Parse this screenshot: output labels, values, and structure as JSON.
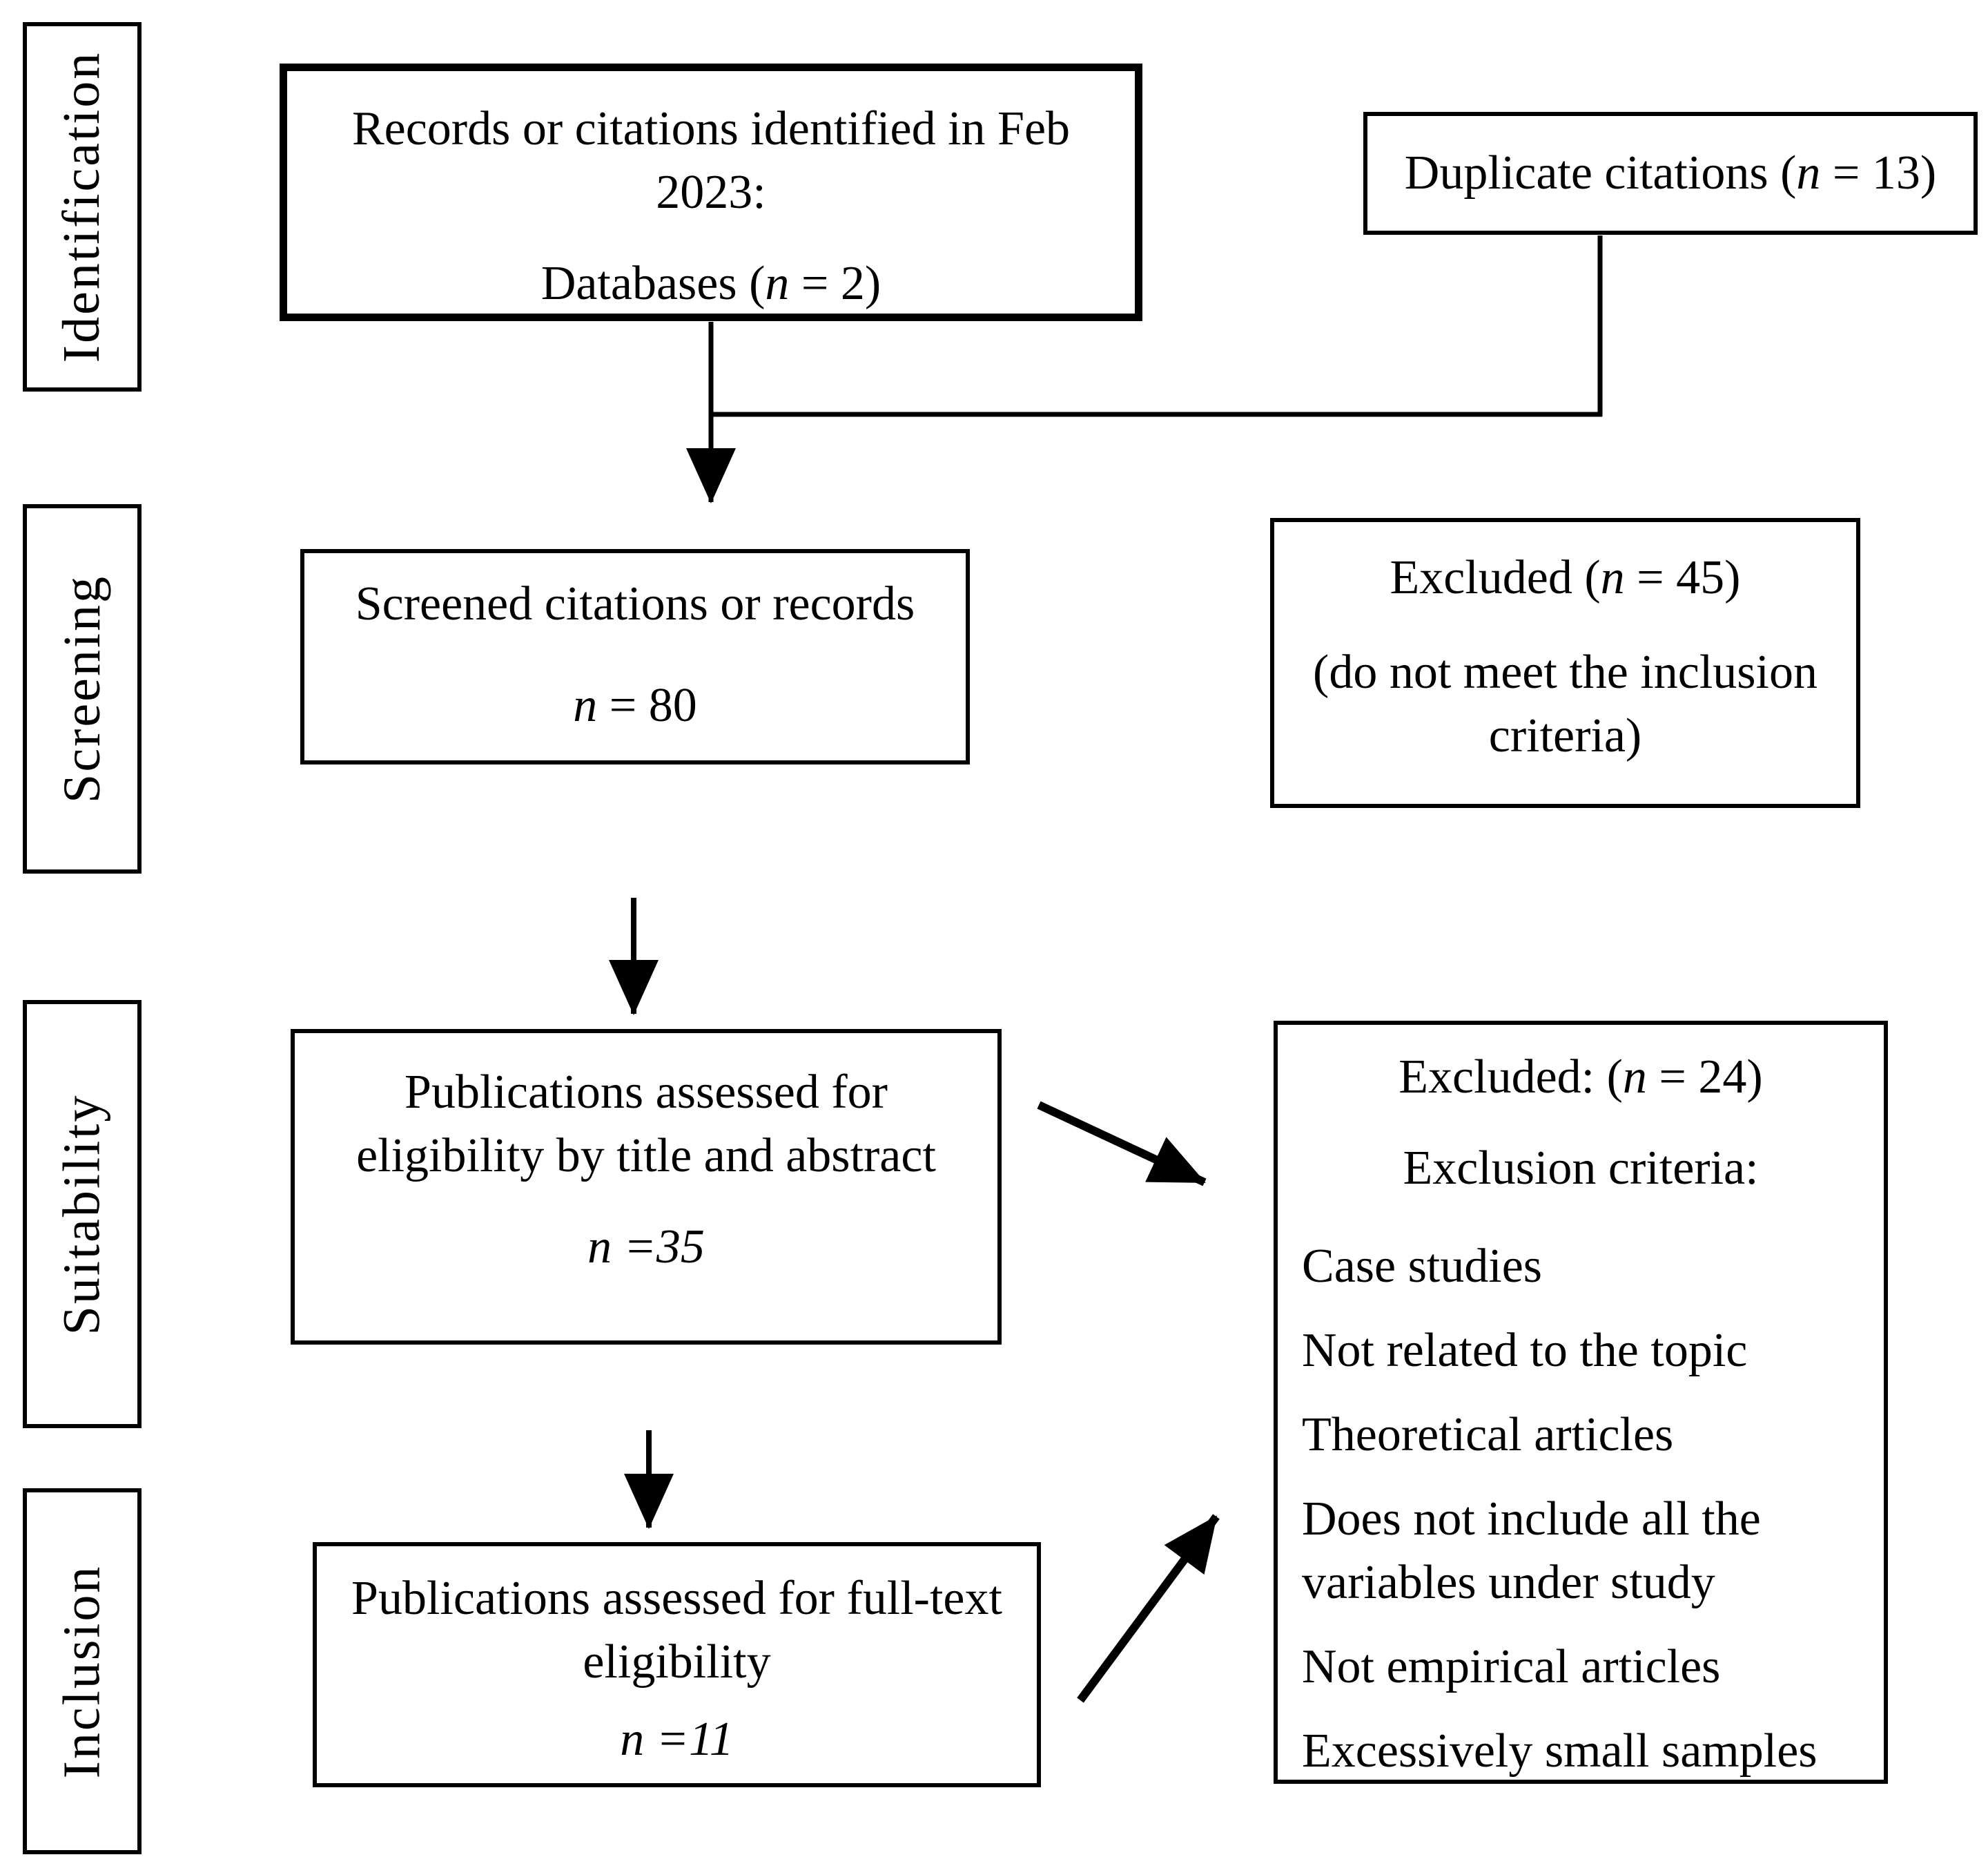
{
  "colors": {
    "ink": "#000000",
    "paper": "#ffffff"
  },
  "stages": {
    "identification": "Identification",
    "screening": "Screening",
    "suitability": "Suitability",
    "inclusion": "Inclusion"
  },
  "boxes": {
    "identified": {
      "lines": [
        [
          {
            "t": "Records or citations identified in Feb"
          }
        ],
        [
          {
            "t": "2023:"
          }
        ],
        [
          {
            "t": "Databases ("
          },
          {
            "t": "n",
            "i": true
          },
          {
            "t": " = 2)"
          }
        ]
      ]
    },
    "duplicates": {
      "lines": [
        [
          {
            "t": "Duplicate citations ("
          },
          {
            "t": "n",
            "i": true
          },
          {
            "t": " = 13)"
          }
        ]
      ]
    },
    "screened": {
      "lines": [
        [
          {
            "t": "Screened citations or records"
          }
        ],
        [
          {
            "t": "n",
            "i": true
          },
          {
            "t": " = 80"
          }
        ]
      ]
    },
    "excluded_screening": {
      "lines": [
        [
          {
            "t": "Excluded ("
          },
          {
            "t": "n",
            "i": true
          },
          {
            "t": " = 45)"
          }
        ],
        [
          {
            "t": "(do not meet the inclusion"
          }
        ],
        [
          {
            "t": "criteria)"
          }
        ]
      ]
    },
    "suitability": {
      "lines": [
        [
          {
            "t": "Publications assessed for"
          }
        ],
        [
          {
            "t": "eligibility by title and abstract"
          }
        ],
        [
          {
            "t": "n =35",
            "i": true
          }
        ]
      ]
    },
    "excluded_suitability": {
      "lines": [
        [
          {
            "t": "Excluded: ("
          },
          {
            "t": "n",
            "i": true
          },
          {
            "t": " = 24)"
          }
        ],
        [
          {
            "t": "Exclusion criteria:"
          }
        ]
      ],
      "items": [
        "Case studies",
        "Not related to the topic",
        "Theoretical articles",
        "Does not include all the variables under study",
        "Not empirical articles",
        "Excessively small samples"
      ]
    },
    "inclusion": {
      "lines": [
        [
          {
            "t": "Publications assessed for full-text"
          }
        ],
        [
          {
            "t": "eligibility"
          }
        ],
        [
          {
            "t": "n =11",
            "i": true
          }
        ]
      ]
    }
  }
}
